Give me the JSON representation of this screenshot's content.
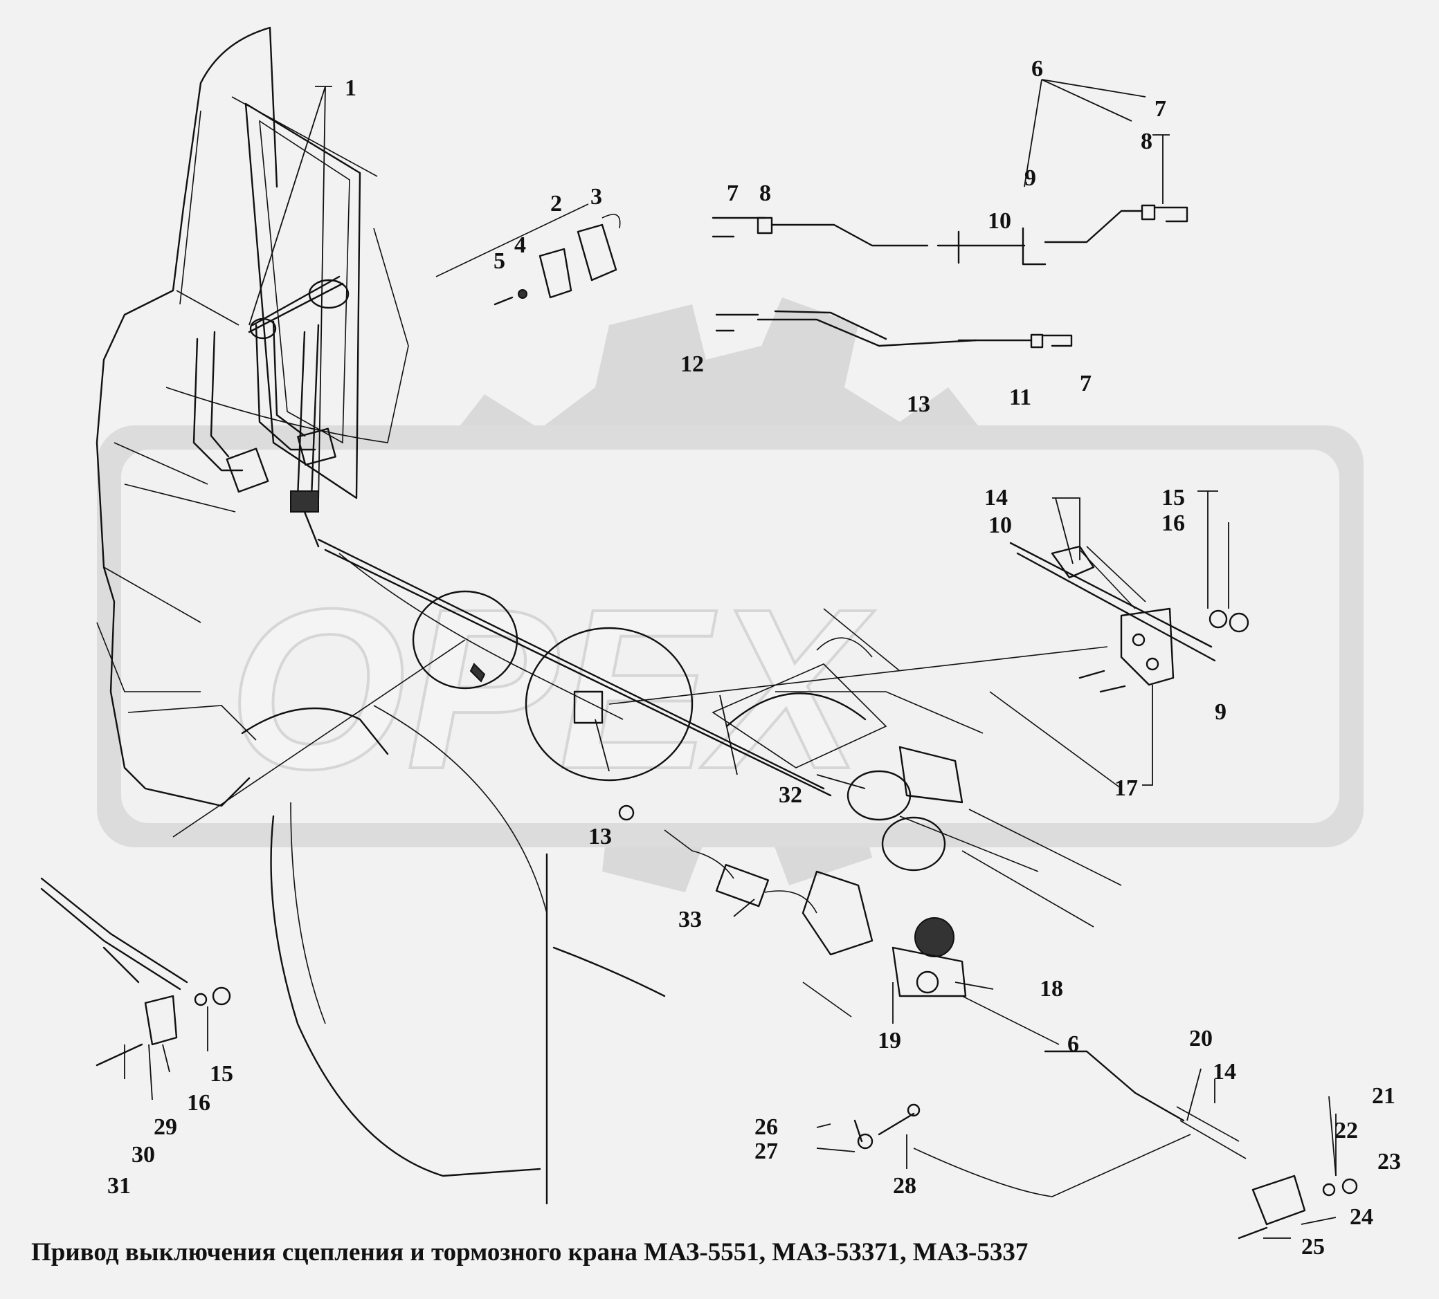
{
  "caption": "Привод выключения сцепления и тормозного крана МАЗ-5551, МАЗ-53371, МАЗ-5337",
  "watermark": "ОРЕХ",
  "callouts": {
    "c1": "1",
    "c2": "2",
    "c3": "3",
    "c4": "4",
    "c5": "5",
    "c6a": "6",
    "c6b": "6",
    "c7a": "7",
    "c7b": "7",
    "c7c": "7",
    "c8a": "8",
    "c8b": "8",
    "c9a": "9",
    "c9b": "9",
    "c10a": "10",
    "c10b": "10",
    "c11": "11",
    "c12": "12",
    "c13a": "13",
    "c13b": "13",
    "c14a": "14",
    "c14b": "14",
    "c15a": "15",
    "c15b": "15",
    "c16a": "16",
    "c16b": "16",
    "c17": "17",
    "c18": "18",
    "c19": "19",
    "c20": "20",
    "c21": "21",
    "c22": "22",
    "c23": "23",
    "c24": "24",
    "c25": "25",
    "c26": "26",
    "c27": "27",
    "c28": "28",
    "c29": "29",
    "c30": "30",
    "c31": "31",
    "c32": "32",
    "c33": "33"
  }
}
